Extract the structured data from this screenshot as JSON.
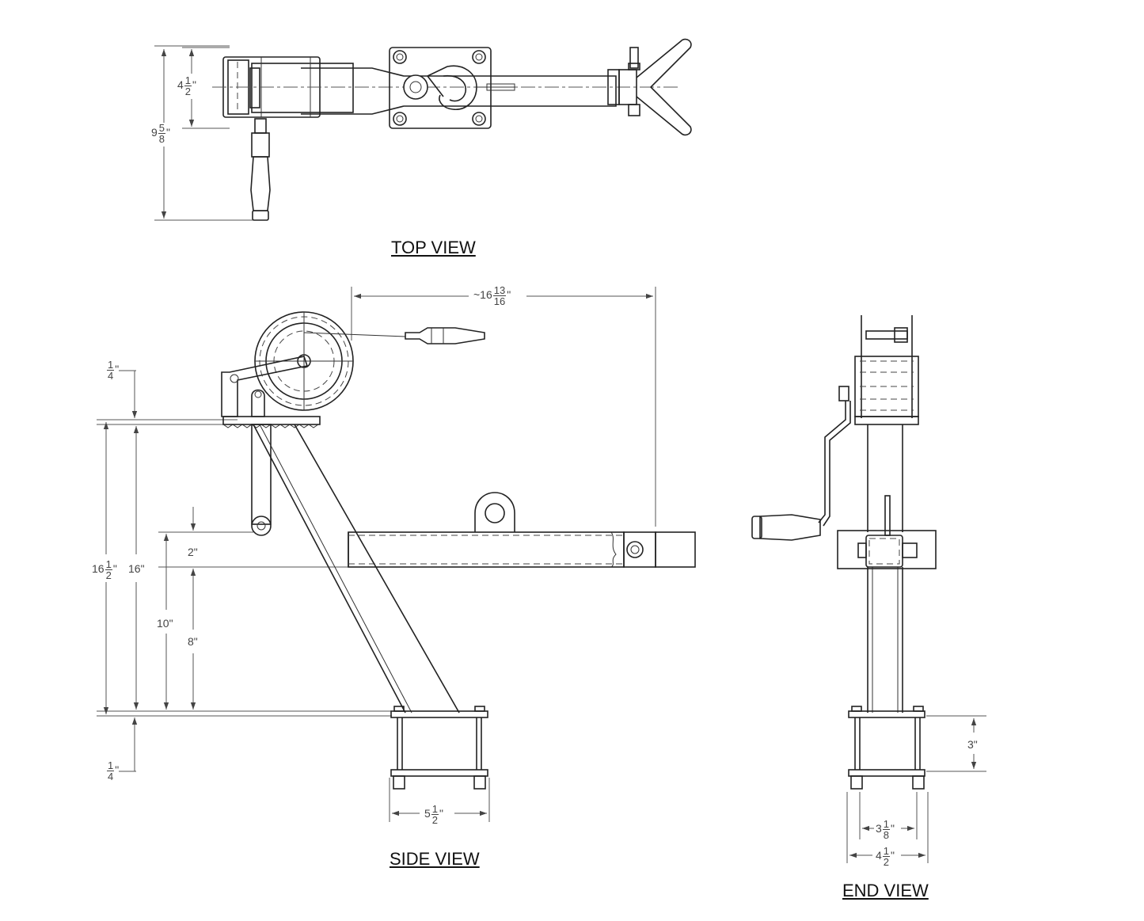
{
  "views": {
    "top": {
      "title": "TOP VIEW"
    },
    "side": {
      "title": "SIDE VIEW"
    },
    "end": {
      "title": "END VIEW"
    }
  },
  "dimensions": {
    "top_width": {
      "whole": "4",
      "num": "1",
      "den": "2",
      "unit": "\""
    },
    "top_overall": {
      "whole": "9",
      "num": "5",
      "den": "8",
      "unit": "\""
    },
    "reach": {
      "whole": "~16",
      "num": "13",
      "den": "16",
      "unit": "\""
    },
    "top_offset": {
      "whole": "",
      "num": "1",
      "den": "4",
      "unit": "\""
    },
    "bottom_offset": {
      "whole": "",
      "num": "1",
      "den": "4",
      "unit": "\""
    },
    "height_total": {
      "whole": "16",
      "num": "1",
      "den": "2",
      "unit": "\""
    },
    "height_16": {
      "text": "16\""
    },
    "arm_depth": {
      "text": "2\""
    },
    "height_10": {
      "text": "10\""
    },
    "height_8": {
      "text": "8\""
    },
    "base_width": {
      "whole": "5",
      "num": "1",
      "den": "2",
      "unit": "\""
    },
    "end_height_3": {
      "text": "3\""
    },
    "end_inner": {
      "whole": "3",
      "num": "1",
      "den": "8",
      "unit": "\""
    },
    "end_outer": {
      "whole": "4",
      "num": "1",
      "den": "2",
      "unit": "\""
    }
  }
}
